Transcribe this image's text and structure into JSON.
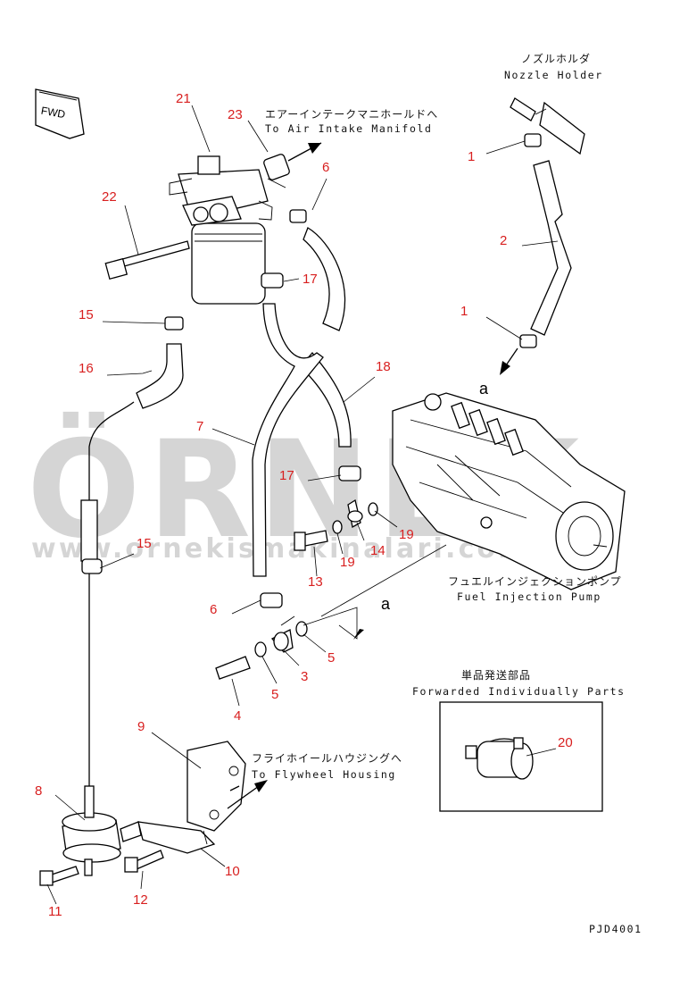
{
  "watermark": {
    "brand": "ÖRNEK",
    "url": "www.ornekismakinalari.com.tr"
  },
  "drawing_code": "PJD4001",
  "fwd_label": "FWD",
  "callouts": {
    "nozzle_holder": {
      "jp": "ノズルホルダ",
      "en": "Nozzle Holder"
    },
    "air_intake": {
      "jp": "エアーインテークマニホールドへ",
      "en": "To Air Intake Manifold"
    },
    "fuel_pump": {
      "jp": "フュエルインジェクションポンプ",
      "en": "Fuel Injection Pump"
    },
    "forwarded": {
      "jp": "単品発送部品",
      "en": "Forwarded Individually Parts"
    },
    "flywheel": {
      "jp": "フライホイールハウジングへ",
      "en": "To Flywheel Housing"
    }
  },
  "view_markers": [
    "a",
    "a"
  ],
  "part_labels": [
    "21",
    "23",
    "6",
    "22",
    "17",
    "15",
    "16",
    "18",
    "7",
    "1",
    "2",
    "1",
    "17",
    "19",
    "14",
    "19",
    "13",
    "15",
    "6",
    "5",
    "3",
    "5",
    "4",
    "9",
    "20",
    "8",
    "10",
    "12",
    "11"
  ]
}
